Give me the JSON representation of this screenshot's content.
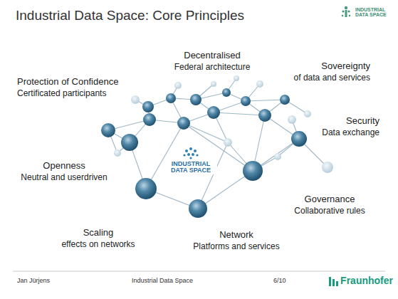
{
  "diagram": {
    "title": "Industrial Data Space: Core Principles",
    "labels": [
      "INDUSTRIAL DATA SPACE",
      "Decentralised",
      "Federal architecture",
      "Sovereignty",
      "of data and services",
      "Protection of Confidence",
      "Certificated participants",
      "Security",
      "Data exchange",
      "INDUSTRIAL DATA SPACE",
      "Openness",
      "Neutral and userdriven",
      "Governance",
      "Collaborative rules",
      "Scaling",
      "effects on networks",
      "Network",
      "Platforms and services",
      "Jan Jürjens",
      "Industrial Data Space",
      "6/10",
      "Fraunhofer"
    ]
  }
}
